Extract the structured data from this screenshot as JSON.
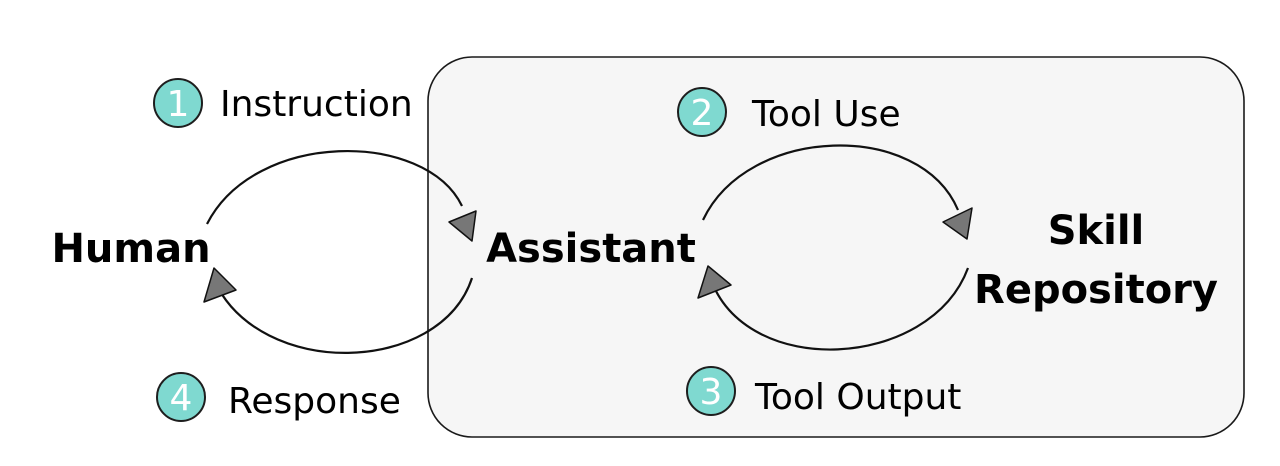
{
  "nodes": {
    "human": "Human",
    "assistant": "Assistant",
    "skill_repository": [
      "Skill",
      "Repository"
    ]
  },
  "steps": [
    {
      "number": "1",
      "label": "Instruction"
    },
    {
      "number": "2",
      "label": "Tool Use"
    },
    {
      "number": "3",
      "label": "Tool Output"
    },
    {
      "number": "4",
      "label": "Response"
    }
  ],
  "colors": {
    "badge_fill": "#7fd9d0",
    "arrowhead_fill": "#777777",
    "region_fill": "#f6f6f6"
  }
}
